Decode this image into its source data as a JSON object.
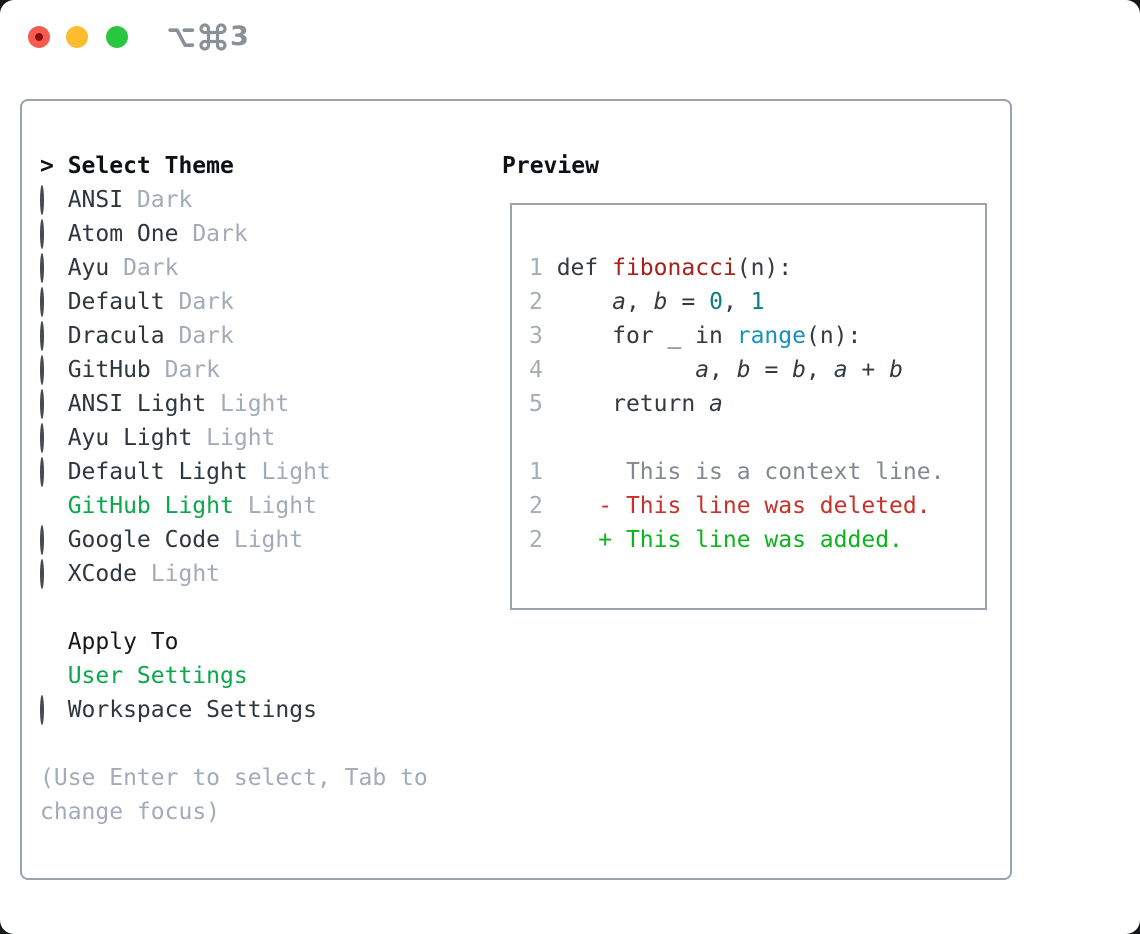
{
  "window": {
    "title": "⌥⌘3",
    "title_digit": "3",
    "traffic_lights": [
      "close",
      "minimize",
      "zoom"
    ]
  },
  "colors": {
    "accent_green": "#0aa84b",
    "added_green": "#0db31e",
    "deleted_red": "#c5322a",
    "function_red": "#a4221c",
    "number_teal": "#0e7d80",
    "call_blue": "#1790c2",
    "muted_gray": "#a2abb8",
    "border_gray": "#9aa3ae",
    "text_dark": "#2f363d",
    "traffic_red": "#f65b51",
    "traffic_yellow": "#fdbc2e",
    "traffic_green": "#29c73f"
  },
  "theme_picker": {
    "header_caret": ">",
    "header": "Select Theme",
    "themes": [
      {
        "name": "ANSI",
        "variant": "Dark",
        "selected": false
      },
      {
        "name": "Atom One",
        "variant": "Dark",
        "selected": false
      },
      {
        "name": "Ayu",
        "variant": "Dark",
        "selected": false
      },
      {
        "name": "Default",
        "variant": "Dark",
        "selected": false
      },
      {
        "name": "Dracula",
        "variant": "Dark",
        "selected": false
      },
      {
        "name": "GitHub",
        "variant": "Dark",
        "selected": false
      },
      {
        "name": "ANSI Light",
        "variant": "Light",
        "selected": false
      },
      {
        "name": "Ayu Light",
        "variant": "Light",
        "selected": false
      },
      {
        "name": "Default Light",
        "variant": "Light",
        "selected": false
      },
      {
        "name": "GitHub Light",
        "variant": "Light",
        "selected": true
      },
      {
        "name": "Google Code",
        "variant": "Light",
        "selected": false
      },
      {
        "name": "XCode",
        "variant": "Light",
        "selected": false
      }
    ],
    "apply_to": {
      "header": "Apply To",
      "options": [
        {
          "name": "User Settings",
          "selected": true
        },
        {
          "name": "Workspace Settings",
          "selected": false
        }
      ]
    },
    "hint_line1": "(Use Enter to select, Tab to",
    "hint_line2": "change focus)"
  },
  "preview": {
    "header": "Preview",
    "code_lines": [
      {
        "tokens": [
          {
            "s": "ln",
            "t": "1"
          },
          {
            "s": "p",
            "t": " def "
          },
          {
            "s": "fn",
            "t": "fibonacci"
          },
          {
            "s": "p",
            "t": "(n):"
          }
        ]
      },
      {
        "tokens": [
          {
            "s": "ln",
            "t": "2"
          },
          {
            "s": "p",
            "t": "     "
          },
          {
            "s": "v",
            "t": "a"
          },
          {
            "s": "p",
            "t": ", "
          },
          {
            "s": "v",
            "t": "b"
          },
          {
            "s": "p",
            "t": " = "
          },
          {
            "s": "n",
            "t": "0"
          },
          {
            "s": "p",
            "t": ", "
          },
          {
            "s": "n",
            "t": "1"
          }
        ]
      },
      {
        "tokens": [
          {
            "s": "ln",
            "t": "3"
          },
          {
            "s": "p",
            "t": "     for _ in "
          },
          {
            "s": "c",
            "t": "range"
          },
          {
            "s": "p",
            "t": "(n):"
          }
        ]
      },
      {
        "tokens": [
          {
            "s": "ln",
            "t": "4"
          },
          {
            "s": "p",
            "t": "           "
          },
          {
            "s": "v",
            "t": "a"
          },
          {
            "s": "p",
            "t": ", "
          },
          {
            "s": "v",
            "t": "b"
          },
          {
            "s": "p",
            "t": " = "
          },
          {
            "s": "v",
            "t": "b"
          },
          {
            "s": "p",
            "t": ", "
          },
          {
            "s": "v",
            "t": "a"
          },
          {
            "s": "p",
            "t": " + "
          },
          {
            "s": "v",
            "t": "b"
          }
        ]
      },
      {
        "tokens": [
          {
            "s": "ln",
            "t": "5"
          },
          {
            "s": "p",
            "t": "     return "
          },
          {
            "s": "v",
            "t": "a"
          }
        ]
      },
      {
        "tokens": []
      },
      {
        "tokens": [
          {
            "s": "ln",
            "t": "1"
          },
          {
            "s": "x",
            "t": "      This is a context line."
          }
        ]
      },
      {
        "tokens": [
          {
            "s": "ln",
            "t": "2"
          },
          {
            "s": "p",
            "t": "    "
          },
          {
            "s": "d",
            "t": "- This line was deleted."
          }
        ]
      },
      {
        "tokens": [
          {
            "s": "ln",
            "t": "2"
          },
          {
            "s": "p",
            "t": "    "
          },
          {
            "s": "a",
            "t": "+ This line was added."
          }
        ]
      }
    ]
  }
}
